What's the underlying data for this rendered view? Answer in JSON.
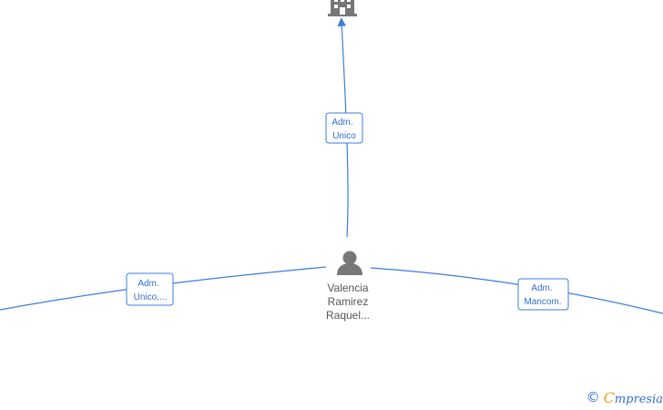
{
  "colors": {
    "edge": "#3b7ddd",
    "label_border": "#3b7ddd",
    "label_text": "#2f6fd0",
    "node_icon": "#777777",
    "text": "#555555",
    "brand_accent": "#f0a020"
  },
  "nodes": {
    "company": {
      "icon": "building-icon"
    },
    "person": {
      "icon": "person-icon",
      "name_lines": [
        "Valencia",
        "Ramirez",
        "Raquel..."
      ]
    }
  },
  "edges": [
    {
      "id": "to-company",
      "label_lines": [
        "Adm.",
        "Unico"
      ]
    },
    {
      "id": "to-left",
      "label_lines": [
        "Adm.",
        "Unico,..."
      ]
    },
    {
      "id": "to-right",
      "label_lines": [
        "Adm.",
        "Mancom."
      ]
    }
  ],
  "watermark": {
    "copyright_symbol": "©",
    "brand_initial": "C",
    "brand_rest": "mpresia"
  }
}
